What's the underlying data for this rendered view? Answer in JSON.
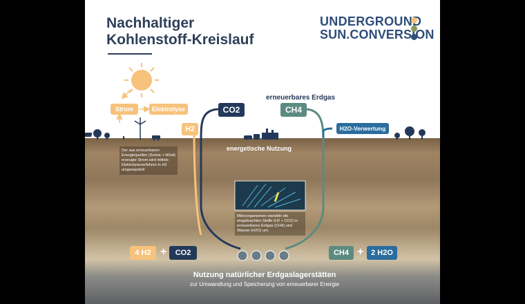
{
  "title": {
    "line1": "Nachhaltiger",
    "line2": "Kohlenstoff-Kreislauf"
  },
  "logo": {
    "line1": "UNDERGROUND",
    "line2": "SUN.CONVERSION",
    "dot_colors": [
      "#f6c27c",
      "#8a9a5b",
      "#2f4e79"
    ]
  },
  "colors": {
    "navy": "#24395a",
    "orange": "#f6c27c",
    "teal": "#5b8b81",
    "blue": "#2b6d9e"
  },
  "labels": {
    "strom": "Strom",
    "elektrolyse": "Elektrolyse",
    "h2": "H2",
    "co2": "CO2",
    "ch4": "CH4",
    "erdgas": "erneuerbares Erdgas",
    "h2o_verwertung": "H2O-Verwertung",
    "energetische": "energetische Nutzung"
  },
  "notes": {
    "electrolysis": "Der aus erneuerbaren Energiequellen (Sonne + Wind) erzeugte Strom wird mittels Elektrolyseverfahren in H2 umgewandelt",
    "microorganisms": "Mikroorganismen wandeln die eingebrachten Stoffe (H2 + CO2) in erneuerbares Erdgas (CH4) und Wasser (H2O) um."
  },
  "bottom": {
    "h2_count": "4 H2",
    "plus": "+",
    "co2": "CO2",
    "ch4": "CH4",
    "h2o": "2 H2O",
    "heading": "Nutzung natürlicher Erdgaslagerstätten",
    "subheading": "zur Umwandlung und Speicherung von erneuerbarer Energie"
  },
  "icons": [
    "sun-icon",
    "wind-turbine-icon",
    "solar-panel-icon",
    "tree-icon",
    "car-icon",
    "factory-icon",
    "microorganism-icon",
    "lightning-icon"
  ]
}
